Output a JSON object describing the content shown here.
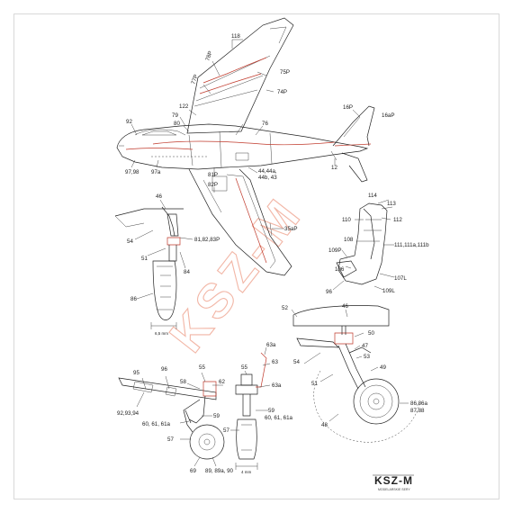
{
  "watermark": "KSZ-M",
  "logo": {
    "mark": "KSZ-M",
    "subtitle": "MODELARSKIE SERY"
  },
  "fuselage_labels": {
    "l118": "118",
    "l78p": "78P",
    "l77p": "77P",
    "l75p": "75P",
    "l74p": "74P",
    "l122": "122",
    "l79": "79",
    "l80": "80",
    "l76": "76",
    "l92": "92",
    "l16p": "16P",
    "l16ap": "16aP",
    "l97_98": "97,98",
    "l97a": "97a",
    "l81p": "81P",
    "l82p": "82P",
    "l44": "44,44a,",
    "l44b": "44b, 43",
    "l12": "12",
    "l35ap": "35aP"
  },
  "gear_left_labels": {
    "l46": "46",
    "l54": "54",
    "l51": "51",
    "l818283": "81,82,83P",
    "l84": "84",
    "l86": "86",
    "dim": "6,5 mm"
  },
  "seat_labels": {
    "l114": "114",
    "l113": "113",
    "l110": "110",
    "l112": "112",
    "l108": "108",
    "l111": "111,111a,111b",
    "l109p": "109P",
    "l106": "106",
    "l107l": "107L",
    "l96": "96",
    "l109l": "109L"
  },
  "nose_gear_labels": {
    "l95": "95",
    "l96": "96",
    "l55": "55",
    "l58": "58",
    "l62": "62",
    "l929394": "92,93,94",
    "l59": "59",
    "l606161a": "60, 61, 61a",
    "l57": "57",
    "l69": "69",
    "l8989a90": "89, 89a, 90"
  },
  "nose_front_labels": {
    "l55": "55",
    "l63a_top": "63a",
    "l63": "63",
    "l63a": "63a",
    "l59": "59",
    "l606161a": "60, 61, 61a",
    "l57": "57",
    "dim": "4 mm"
  },
  "main_gear_labels": {
    "l52": "52",
    "l46": "46",
    "l50": "50",
    "l47": "47",
    "l53": "53",
    "l49": "49",
    "l51": "51",
    "l54": "54",
    "l8686a": "86,86a",
    "l8788": "87,88",
    "l48": "48"
  }
}
